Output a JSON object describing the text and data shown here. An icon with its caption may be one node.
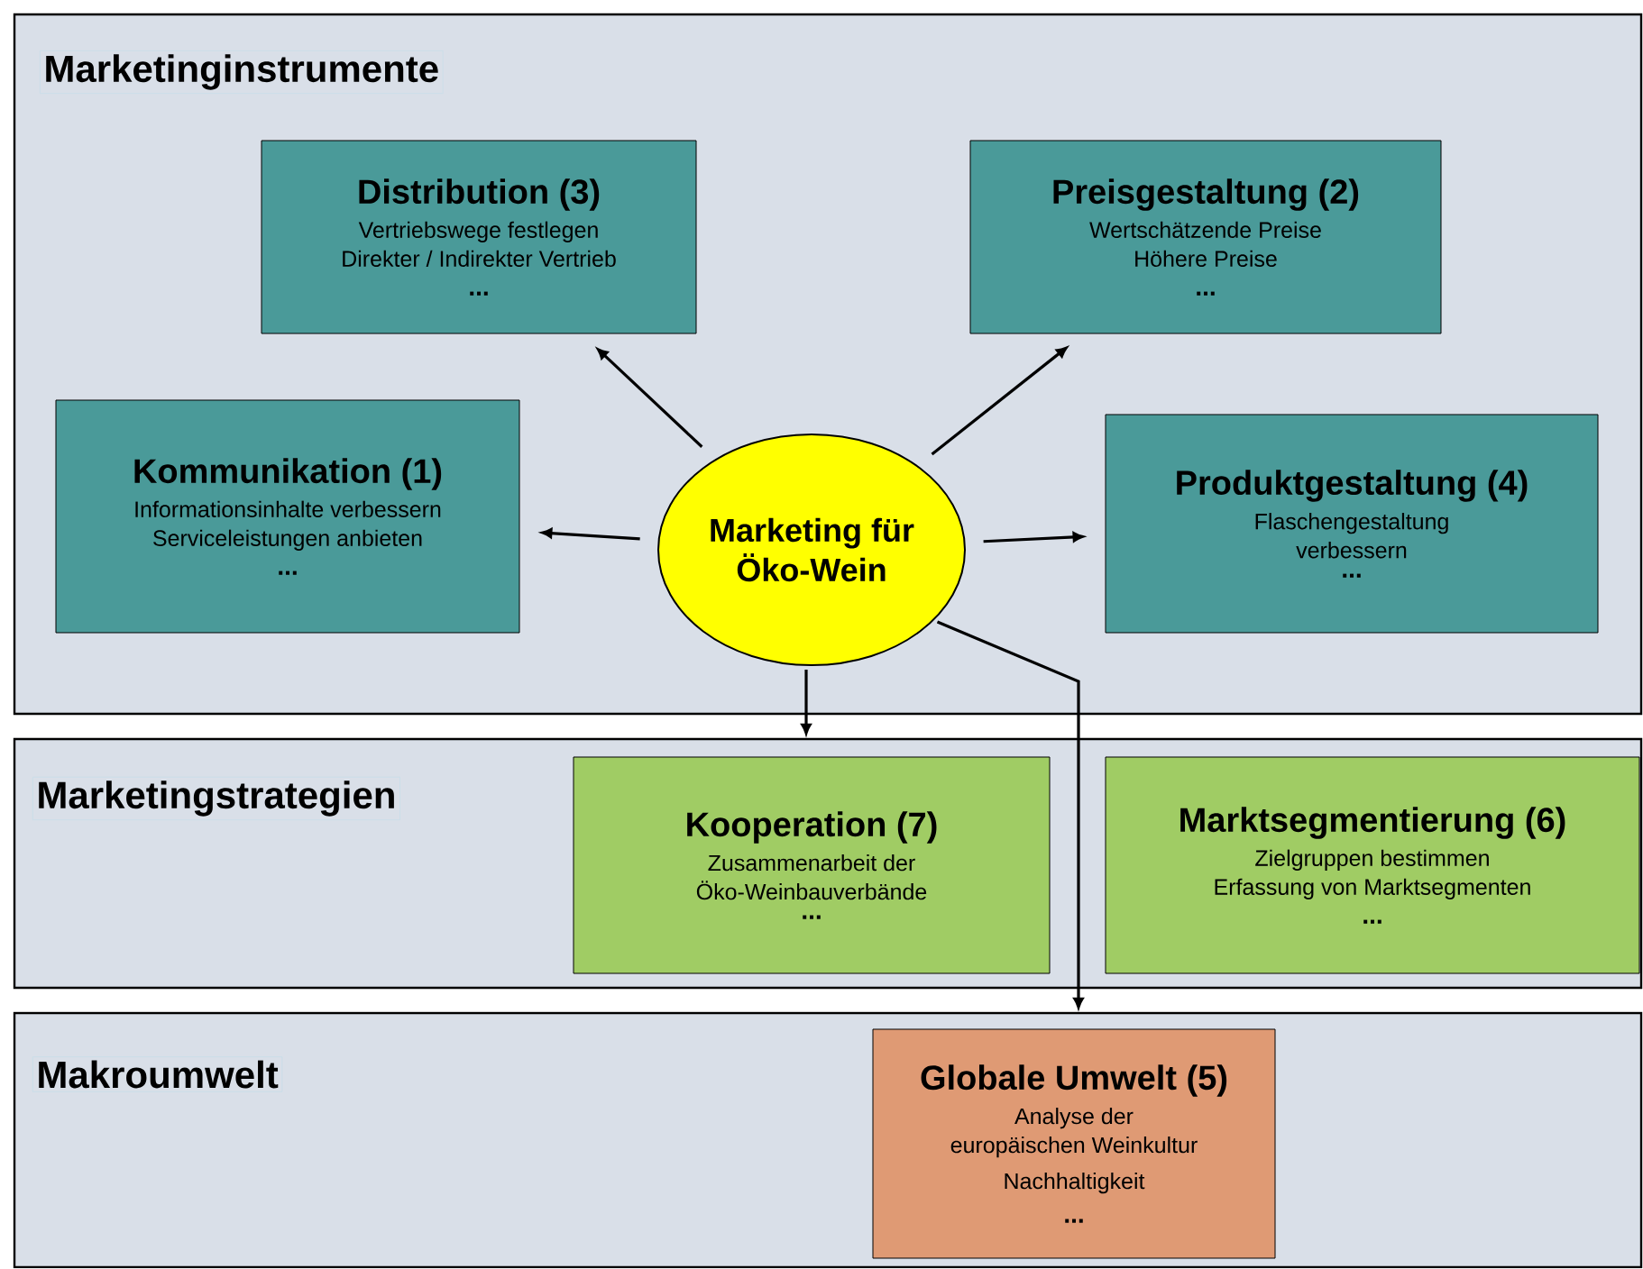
{
  "diagram": {
    "nodes": [
      {
        "text": [
          "Marketinginstrumente"
        ]
      },
      {
        "text": [
          "Distribution (3)",
          "Vertriebswege festlegen",
          "Direkter / Indirekter Vertrieb",
          "..."
        ],
        "in": 0
      },
      {
        "text": [
          "Preisgestaltung (2)",
          "Wertschätzende Preise",
          "Höhere Preise",
          "..."
        ],
        "in": 0
      },
      {
        "text": [
          "Kommunikation (1)",
          "Informationsinhalte verbessern",
          "Serviceleistungen anbieten",
          "..."
        ],
        "in": 0
      },
      {
        "text": [
          "Produktgestaltung (4)",
          "Flaschengestaltung verbessern",
          "..."
        ],
        "in": 0
      },
      {
        "text": [
          "Marketing für Öko-Wein"
        ],
        "in": 0
      },
      {
        "text": [
          "Marketingstrategien"
        ]
      },
      {
        "text": [
          "Kooperation (7)",
          "Zusammenarbeit der Öko-Weinbauverbände",
          "..."
        ],
        "in": 6
      },
      {
        "text": [
          "Marktsegmentierung (6)",
          "Zielgruppen bestimmen",
          "Erfassung von Marktsegmenten",
          "..."
        ],
        "in": 6
      },
      {
        "text": [
          "Makroumwelt"
        ]
      },
      {
        "text": [
          "Globale Umwelt (5)",
          "Analyse der europäischen Weinkultur",
          "Nachhaltigkeit",
          "..."
        ],
        "in": 9
      }
    ],
    "edges": [
      {
        "from": 5,
        "to": 1,
        "arrow": "to"
      },
      {
        "from": 5,
        "to": 2,
        "arrow": "to"
      },
      {
        "from": 5,
        "to": 3,
        "arrow": "to"
      },
      {
        "from": 5,
        "to": 4,
        "arrow": "to"
      },
      {
        "from": 5,
        "to": 6,
        "arrow": "to"
      },
      {
        "from": 5,
        "to": 9,
        "arrow": "to"
      }
    ]
  }
}
